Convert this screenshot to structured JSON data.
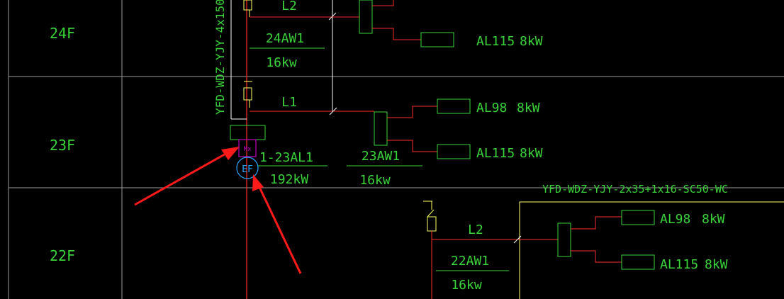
{
  "colors": {
    "background": "#000000",
    "grid": "#9a9a9a",
    "cad_green": "#39d439",
    "cad_red": "#ff2a2a",
    "cad_yellow": "#ffff66",
    "cad_white": "#ffffff",
    "cad_magenta": "#c000c0",
    "cad_cyan": "#2aa8ff",
    "annotation_arrow": "#ff1a1a"
  },
  "floors": {
    "f24": "24F",
    "f23": "23F",
    "f22": "22F"
  },
  "riser": {
    "cable_spec": "YFD-WDZ-YJY-4x150"
  },
  "branch_24_L2": {
    "line_label": "L2",
    "box_name": "24AW1",
    "power": "16kw",
    "top_load_partial": "",
    "load_name": "AL115",
    "load_power": "8kW"
  },
  "branch_23_L1": {
    "line_label": "L1",
    "box_name": "23AW1",
    "power": "16kw",
    "load1_name": "AL98",
    "load1_power": "8kW",
    "load2_name": "AL115",
    "load2_power": "8kW"
  },
  "main_panel": {
    "mx_label": "Mx",
    "ef_label": "EF",
    "name": "1-23AL1",
    "power": "192kW"
  },
  "branch_22_L2": {
    "cable_spec": "YFD-WDZ-YJY-2x35+1x16-SC50-WC",
    "line_label": "L2",
    "box_name": "22AW1",
    "power": "16kw",
    "load1_name": "AL98",
    "load1_power": "8kW",
    "load2_name": "AL115",
    "load2_power": "8kW"
  },
  "annotations": {
    "arrow_count": 2,
    "targets": [
      "mx-symbol",
      "ef-symbol"
    ]
  }
}
